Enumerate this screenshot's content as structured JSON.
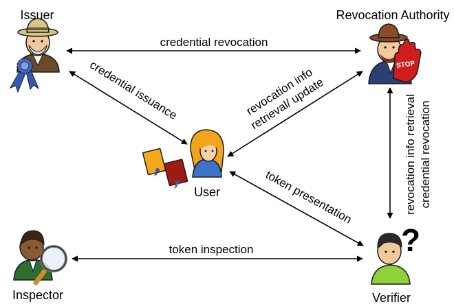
{
  "actors": {
    "issuer": "Issuer",
    "revocation_authority": "Revocation Authority",
    "user": "User",
    "inspector": "Inspector",
    "verifier": "Verifier"
  },
  "flows": {
    "credential_revocation": "credential revocation",
    "credential_issuance": "credential issuance",
    "revocation_info_line1": "revocation info",
    "revocation_info_line2": "retrieval/ update",
    "token_presentation": "token presentation",
    "token_inspection": "token inspection",
    "verifier_ra_line1": "revocation info retrieval",
    "verifier_ra_line2": "credential revocation"
  },
  "stop_sign": "STOP",
  "question_mark": "?",
  "colors": {
    "user_hair": "#f2a51c",
    "user_shirt": "#3a73c9",
    "verifier_shirt": "#8fd13a",
    "inspector_shirt": "#2e6e2e",
    "issuer_hat": "#d9c389",
    "ribbon": "#3358b5",
    "stop_hand": "#d01e1e",
    "ra_hat": "#8a4b2a",
    "credential_orange": "#f4a81d",
    "credential_red": "#9e1b12"
  }
}
